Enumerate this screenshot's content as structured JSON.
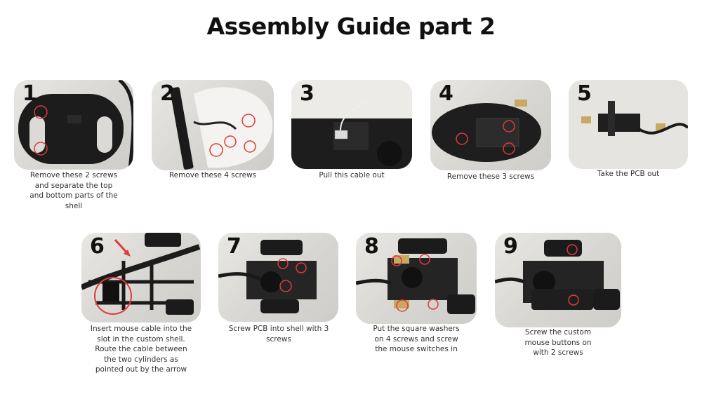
{
  "title": "Assembly Guide part 2",
  "steps": [
    {
      "number": "1",
      "caption": "Remove these 2 screws and separate the top and bottom parts of the shell",
      "image": "mouse-bottom-shell-photo"
    },
    {
      "number": "2",
      "caption": "Remove these 4 screws",
      "image": "mouse-shell-side-photo"
    },
    {
      "number": "3",
      "caption": "Pull this cable out",
      "image": "cable-connector-photo"
    },
    {
      "number": "4",
      "caption": "Remove these 3 screws",
      "image": "pcb-in-shell-photo"
    },
    {
      "number": "5",
      "caption": "Take the PCB out",
      "image": "pcb-removed-photo"
    },
    {
      "number": "6",
      "caption": "Insert mouse cable into the slot in the custom shell. Route the cable between the two cylinders as pointed out by the arrow",
      "image": "custom-shell-cable-photo"
    },
    {
      "number": "7",
      "caption": "Screw PCB into shell with 3 screws",
      "image": "pcb-screwed-photo"
    },
    {
      "number": "8",
      "caption": "Put the square washers on 4 screws and screw the mouse switches in",
      "image": "washers-switches-photo"
    },
    {
      "number": "9",
      "caption": "Screw the custom mouse buttons on with 2 screws",
      "image": "custom-buttons-photo"
    }
  ],
  "colors": {
    "highlight": "#e03a3a",
    "title": "#111111",
    "caption": "#333333"
  }
}
